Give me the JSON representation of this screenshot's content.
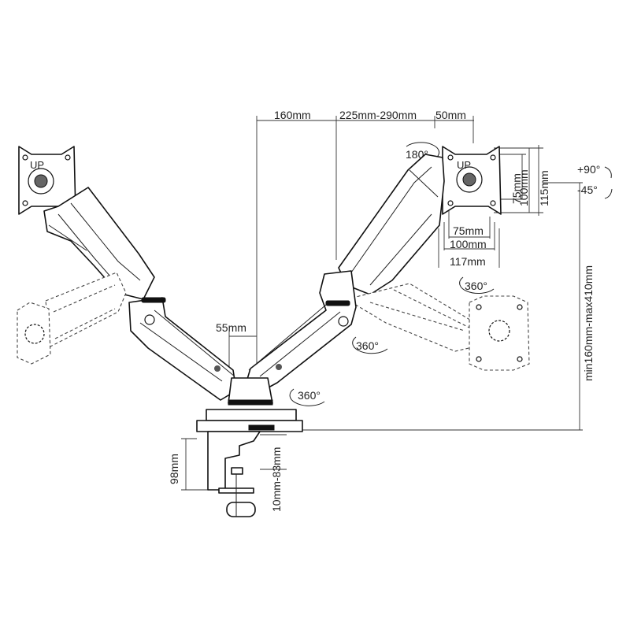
{
  "dimensions": {
    "arm_first": "160mm",
    "arm_second": "225mm-290mm",
    "arm_offset": "50mm",
    "pole_gap": "55mm",
    "height_range": "min160mm-max410mm",
    "clamp_height": "98mm",
    "desk_thickness": "10mm-83mm",
    "vesa_w_75": "75mm",
    "vesa_w_100": "100mm",
    "vesa_w_117": "117mm",
    "vesa_h_75": "75mm",
    "vesa_h_100": "100mm",
    "vesa_h_115": "115mm",
    "tilt_up": "+90°",
    "tilt_down": "-45°"
  },
  "rotations": {
    "top": "180°",
    "right_plate": "360°",
    "elbow": "360°",
    "base": "360°"
  },
  "plate_label": "UP"
}
